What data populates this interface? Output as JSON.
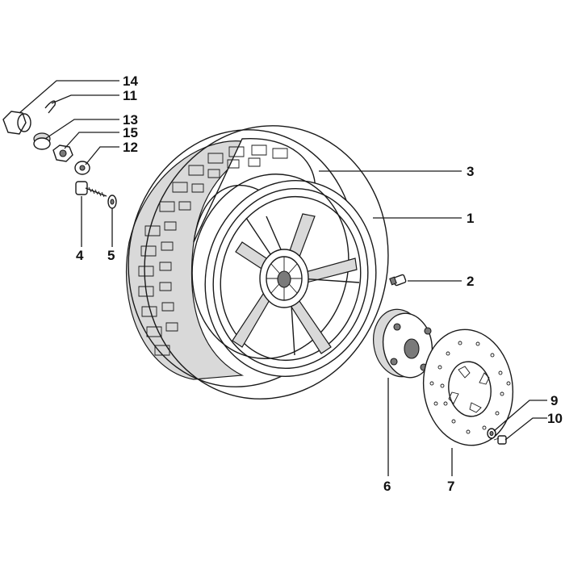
{
  "callouts": {
    "c1": "1",
    "c2": "2",
    "c3": "3",
    "c4": "4",
    "c5": "5",
    "c6": "6",
    "c7": "7",
    "c9": "9",
    "c10": "10",
    "c11": "11",
    "c12": "12",
    "c13": "13",
    "c14": "14",
    "c15": "15"
  },
  "colors": {
    "line": "#1a1a1a",
    "background": "#ffffff"
  }
}
